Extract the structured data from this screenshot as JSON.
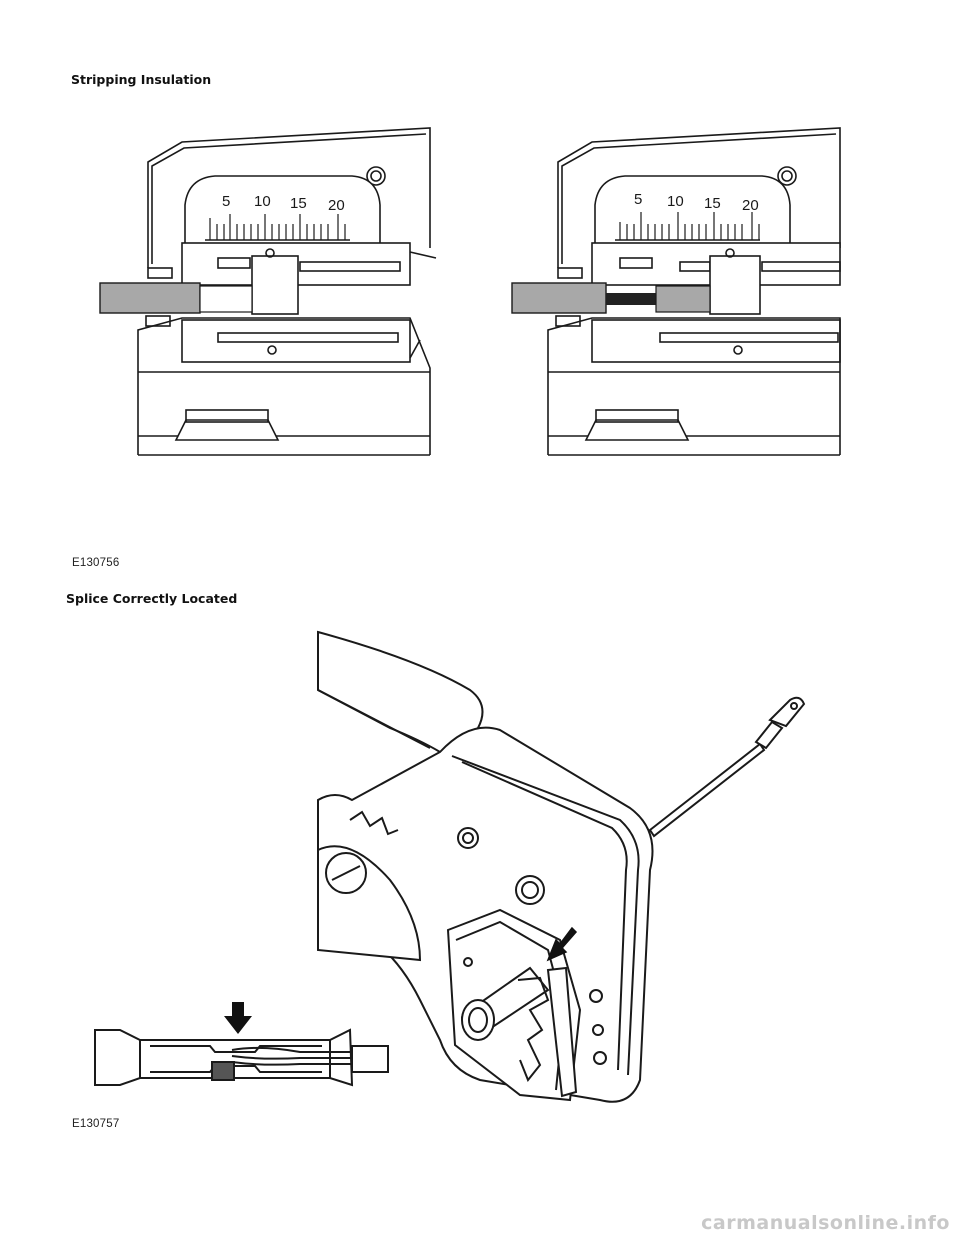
{
  "sections": [
    {
      "heading": "Stripping Insulation",
      "figure_id": "E130756",
      "scale_labels": [
        "5",
        "10",
        "15",
        "20"
      ]
    },
    {
      "heading": "Splice Correctly Located",
      "figure_id": "E130757"
    }
  ],
  "watermark": "carmanualsonline.info",
  "colors": {
    "line": "#1a1a1a",
    "fill": "#ffffff",
    "insulation": "#a8a8a8",
    "stripped": "#222222",
    "dark": "#333333"
  }
}
